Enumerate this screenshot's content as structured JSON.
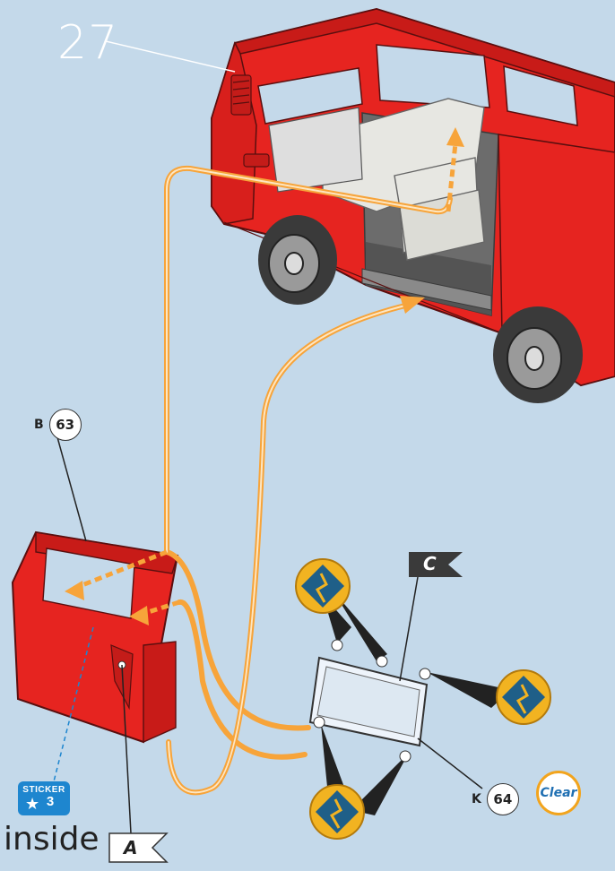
{
  "step": {
    "number": "27"
  },
  "callouts": {
    "door": {
      "letter": "B",
      "part_number": "63"
    },
    "window": {
      "letter": "K",
      "part_number": "64"
    }
  },
  "flags": {
    "c": "C",
    "a": "A"
  },
  "badges": {
    "clear": "Clear",
    "sticker": {
      "label": "STICKER",
      "number": "3"
    }
  },
  "notes": {
    "inside": "inside"
  },
  "colors": {
    "background": "#c4d9ea",
    "body_red": "#e62420",
    "arrow_orange": "#f7a43a",
    "interior_grey": "#e7e7e2",
    "glue_yellow": "#f2b321",
    "glue_blue": "#1f5f88"
  },
  "icons": [
    "glue-point-icon",
    "sticker-star-icon",
    "clear-part-icon"
  ]
}
